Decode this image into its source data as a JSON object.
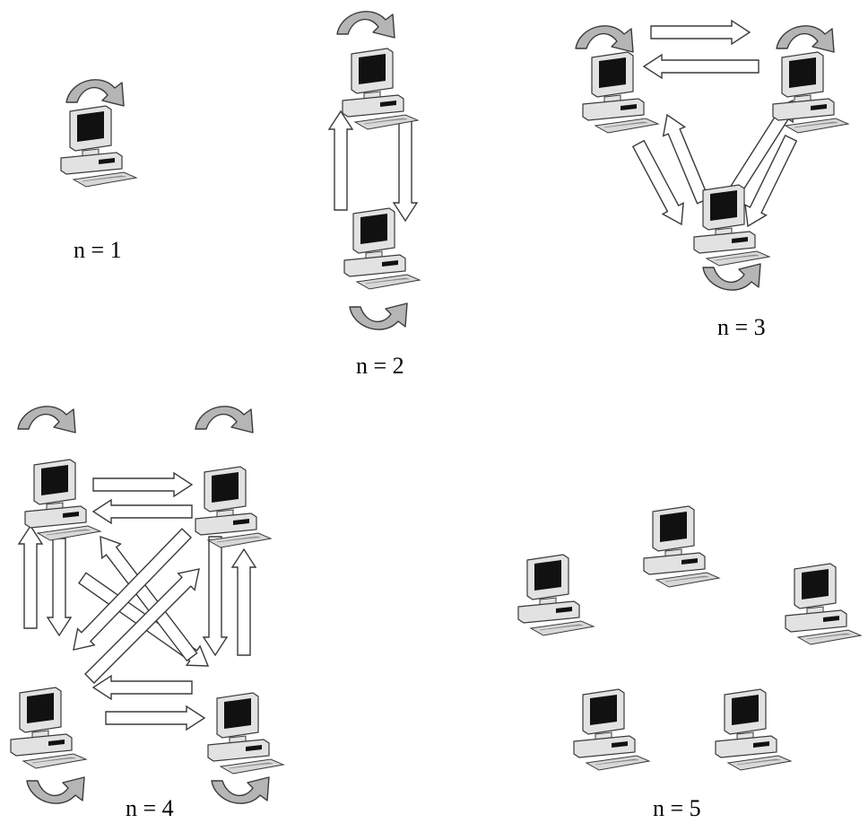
{
  "labels": {
    "n1": "n = 1",
    "n2": "n = 2",
    "n3": "n = 3",
    "n4": "n = 4",
    "n5": "n = 5"
  },
  "colors": {
    "loop_arrow_fill": "#b5b5b5",
    "arrow_fill": "#ffffff",
    "outline": "#3a3a3a",
    "screen": "#111111",
    "case": "#e2e2e2",
    "keyboard": "#d8d8d8"
  },
  "icons": {
    "computer": "computer-icon",
    "loop": "self-loop-arrow-icon",
    "arrow": "connection-arrow-icon"
  },
  "groups": [
    {
      "name": "n = 1",
      "computers": 1
    },
    {
      "name": "n = 2",
      "computers": 2
    },
    {
      "name": "n = 3",
      "computers": 3
    },
    {
      "name": "n = 4",
      "computers": 4
    },
    {
      "name": "n = 5",
      "computers": 5
    }
  ]
}
